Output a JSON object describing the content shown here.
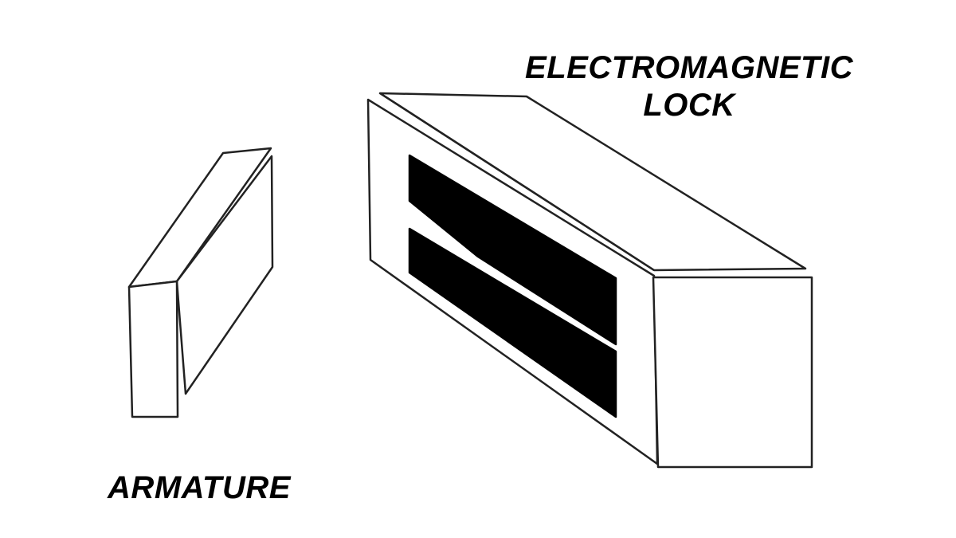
{
  "labels": {
    "lock_line1": "ELECTROMAGNETIC",
    "lock_line2": "LOCK",
    "armature": "ARMATURE"
  },
  "colors": {
    "stroke": "#000000",
    "fill": "#ffffff",
    "slot": "#000000"
  }
}
